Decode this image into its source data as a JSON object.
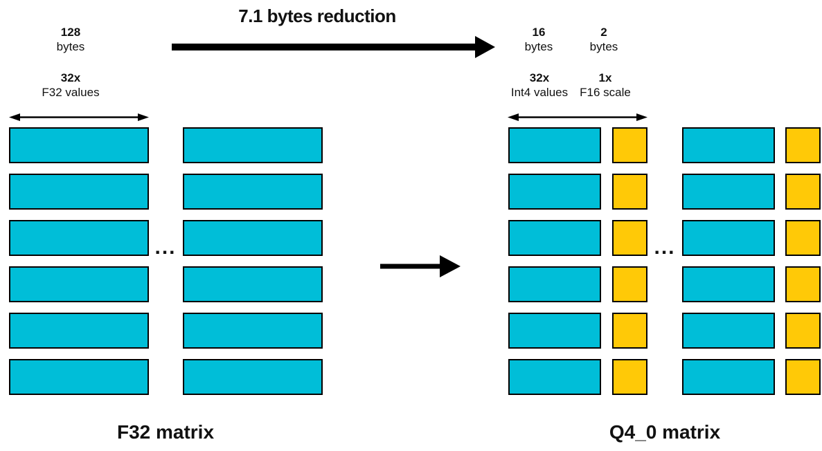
{
  "title": "7.1 bytes reduction",
  "ellipsis": "...",
  "colors": {
    "block_cyan": "#00BED8",
    "block_yellow": "#FFC907",
    "arrow_black": "#000000"
  },
  "f32": {
    "caption": "F32 matrix",
    "bytes_value": "128",
    "bytes_unit": "bytes",
    "count": "32x",
    "count_desc": "F32 values",
    "rows": 6,
    "columns": 2,
    "ellipsis": "..."
  },
  "q4": {
    "caption": "Q4_0 matrix",
    "data_bytes_value": "16",
    "data_bytes_unit": "bytes",
    "scale_bytes_value": "2",
    "scale_bytes_unit": "bytes",
    "count": "32x",
    "count_desc": "Int4 values",
    "scale_count": "1x",
    "scale_count_desc": "F16 scale",
    "rows": 6,
    "groups": 2,
    "ellipsis": "..."
  }
}
